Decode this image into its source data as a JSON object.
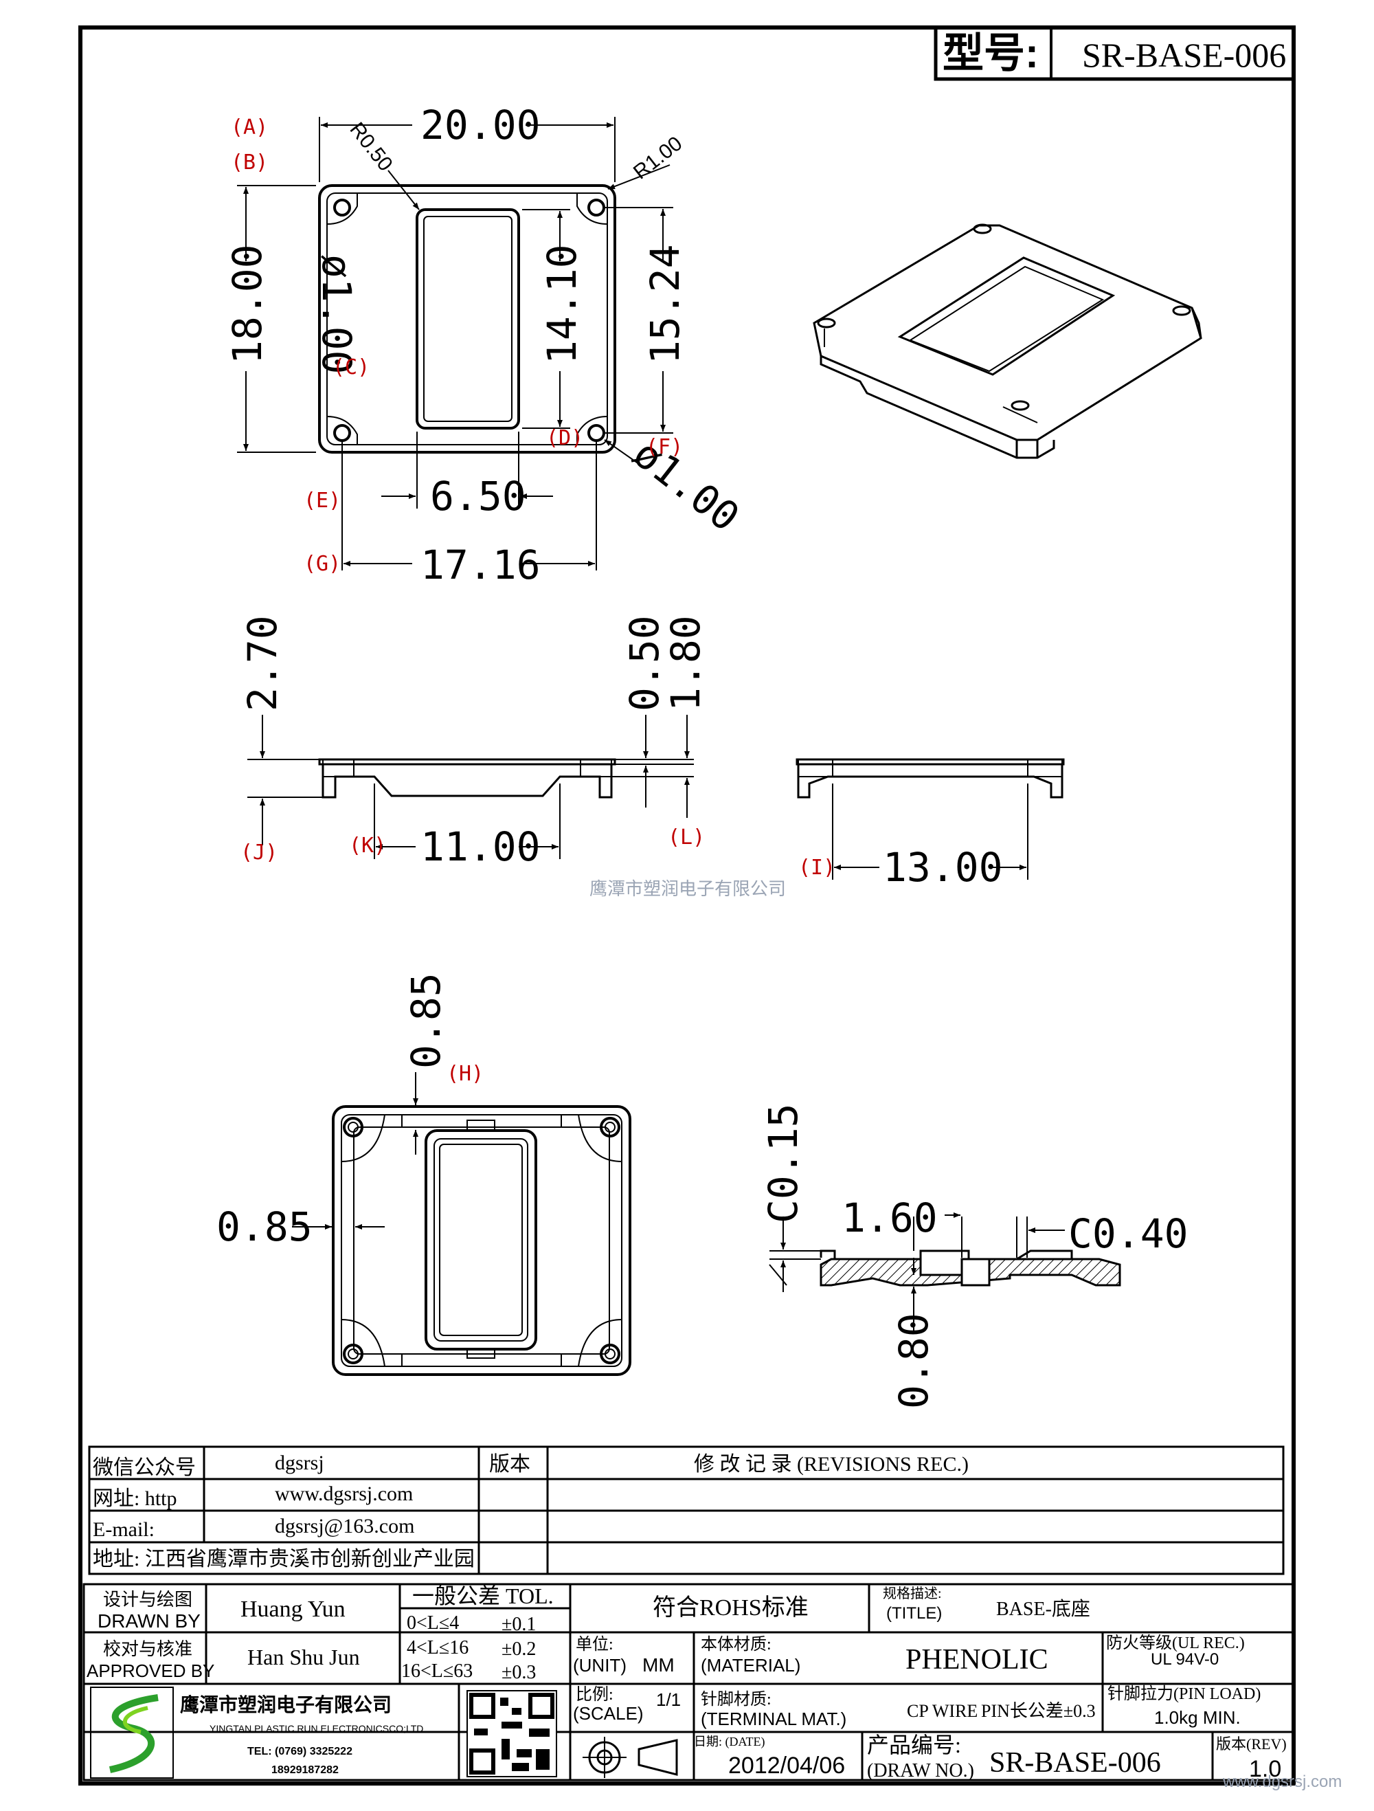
{
  "title_block": {
    "model_label": "型号:",
    "model_value": "SR-BASE-006"
  },
  "dimensions": {
    "width_20": "20.00",
    "height_18": "18.00",
    "corner_r050": "R0.50",
    "corner_r100": "R1.00",
    "hole_d100_a": "ø1.00",
    "window_h": "14.10",
    "pitch_h": "15.24",
    "window_w": "6.50",
    "hole_d100_b": "ø1.00",
    "pitch_w": "17.16",
    "height_270": "2.70",
    "thick_050": "0.50",
    "thick_180": "1.80",
    "base_w_1100": "11.00",
    "base_w_1300": "13.00",
    "wall_085_top": "0.85",
    "wall_085_left": "0.85",
    "chamfer_015": "C0.15",
    "step_160": "1.60",
    "chamfer_040": "C0.40",
    "thick_080": "0.80"
  },
  "labels": {
    "A": "(A)",
    "B": "(B)",
    "C": "(C)",
    "D": "(D)",
    "E": "(E)",
    "F": "(F)",
    "G": "(G)",
    "H": "(H)",
    "I": "(I)",
    "J": "(J)",
    "K": "(K)",
    "L": "(L)"
  },
  "watermark_center": "鹰潭市塑润电子有限公司",
  "watermark_corner": "www.dgsrsj.com",
  "contact": {
    "wechat_label": "微信公众号",
    "wechat_value": "dgsrsj",
    "web_label": "网址: http",
    "web_value": "www.dgsrsj.com",
    "email_label": "E-mail:",
    "email_value": "dgsrsj@163.com",
    "address": "地址: 江西省鹰潭市贵溪市创新创业产业园"
  },
  "revisions": {
    "version_header": "版本",
    "record_header": "修 改 记 录  (REVISIONS REC.)"
  },
  "info": {
    "drawn_by_cn": "设计与绘图",
    "drawn_by_en": "DRAWN BY",
    "drawn_by_name": "Huang Yun",
    "approved_cn": "校对与核准",
    "approved_en": "APPROVED BY",
    "approved_name": "Han Shu Jun",
    "tol_header": "一般公差 TOL.",
    "tol_1": "0<L≤4",
    "tol_1v": "±0.1",
    "tol_2": "4<L≤16",
    "tol_2v": "±0.2",
    "tol_3": "16<L≤63",
    "tol_3v": "±0.3",
    "rohs": "符合ROHS标准",
    "spec_label": "规格描述:",
    "title_label": "(TITLE)",
    "title_value": "BASE-底座",
    "unit_label": "单位:",
    "unit_en": "(UNIT)",
    "unit_value": "MM",
    "material_label": "本体材质:",
    "material_en": "(MATERIAL)",
    "material_value": "PHENOLIC",
    "ul_label": "防火等级(UL REC.)",
    "ul_value": "UL 94V-0",
    "company_cn": "鹰潭市塑润电子有限公司",
    "company_en": "YINGTAN PLASTIC RUN ELECTRONICSCO;LTD",
    "tel": "TEL: (0769) 3325222",
    "mobile": "18929187282",
    "scale_label": "比例:",
    "scale_en": "(SCALE)",
    "scale_value": "1/1",
    "terminal_label": "针脚材质:",
    "terminal_en": "(TERMINAL MAT.)",
    "terminal_value": "CP WIRE",
    "pin_tol": "PIN长公差±0.3",
    "pin_load_label": "针脚拉力(PIN LOAD)",
    "pin_load_value": "1.0kg MIN.",
    "date_label": "日期: (DATE)",
    "date_value": "2012/04/06",
    "drawno_label": "产品编号:",
    "drawno_en": "(DRAW NO.)",
    "drawno_value": "SR-BASE-006",
    "rev_label": "版本(REV)",
    "rev_value": "1.0"
  }
}
